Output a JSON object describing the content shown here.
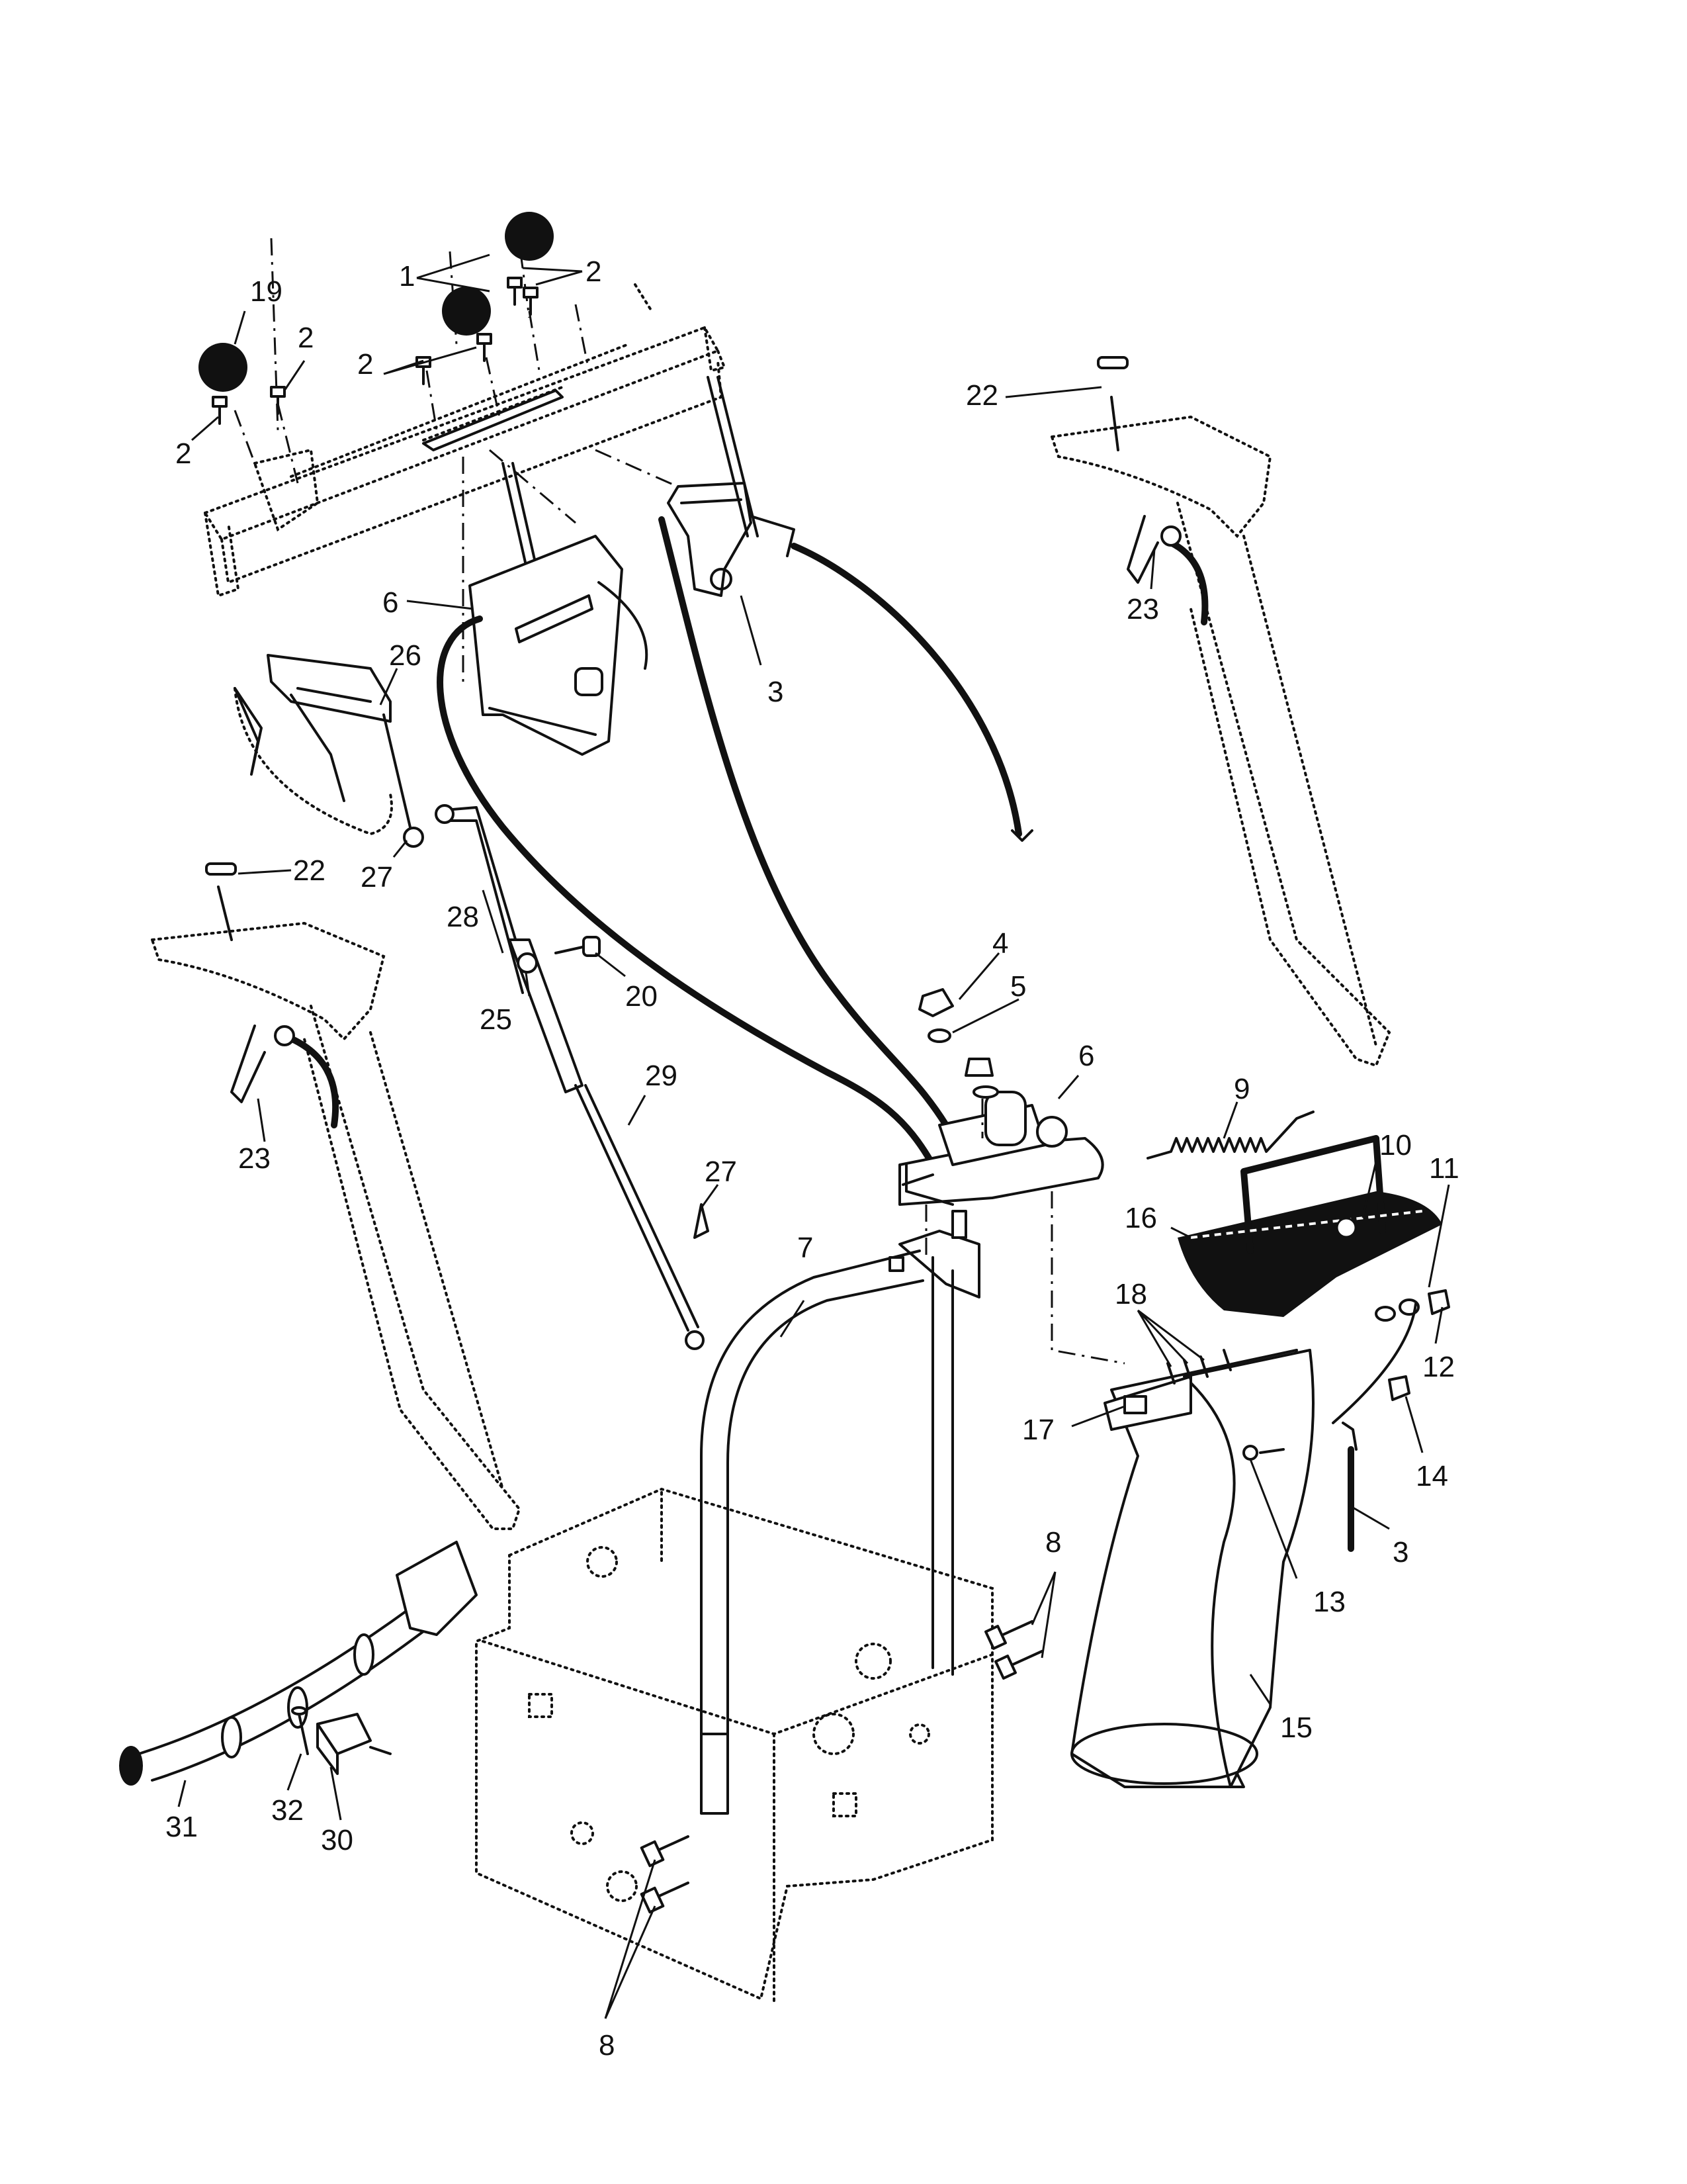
{
  "callouts": [
    {
      "id": "c1",
      "text": "1"
    },
    {
      "id": "c2a",
      "text": "2"
    },
    {
      "id": "c2b",
      "text": "2"
    },
    {
      "id": "c2c",
      "text": "2"
    },
    {
      "id": "c2d",
      "text": "2"
    },
    {
      "id": "c19",
      "text": "19"
    },
    {
      "id": "c22a",
      "text": "22"
    },
    {
      "id": "c22b",
      "text": "22"
    },
    {
      "id": "c23a",
      "text": "23"
    },
    {
      "id": "c23b",
      "text": "23"
    },
    {
      "id": "c6a",
      "text": "6"
    },
    {
      "id": "c6b",
      "text": "6"
    },
    {
      "id": "c3a",
      "text": "3"
    },
    {
      "id": "c3b",
      "text": "3"
    },
    {
      "id": "c26",
      "text": "26"
    },
    {
      "id": "c27a",
      "text": "27"
    },
    {
      "id": "c27b",
      "text": "27"
    },
    {
      "id": "c28",
      "text": "28"
    },
    {
      "id": "c25",
      "text": "25"
    },
    {
      "id": "c20",
      "text": "20"
    },
    {
      "id": "c29",
      "text": "29"
    },
    {
      "id": "c4",
      "text": "4"
    },
    {
      "id": "c5",
      "text": "5"
    },
    {
      "id": "c9",
      "text": "9"
    },
    {
      "id": "c10",
      "text": "10"
    },
    {
      "id": "c11",
      "text": "11"
    },
    {
      "id": "c16",
      "text": "16"
    },
    {
      "id": "c18",
      "text": "18"
    },
    {
      "id": "c12",
      "text": "12"
    },
    {
      "id": "c17",
      "text": "17"
    },
    {
      "id": "c14",
      "text": "14"
    },
    {
      "id": "c13",
      "text": "13"
    },
    {
      "id": "c7",
      "text": "7"
    },
    {
      "id": "c8a",
      "text": "8"
    },
    {
      "id": "c8b",
      "text": "8"
    },
    {
      "id": "c15",
      "text": "15"
    },
    {
      "id": "c31",
      "text": "31"
    },
    {
      "id": "c32",
      "text": "32"
    },
    {
      "id": "c30",
      "text": "30"
    }
  ]
}
